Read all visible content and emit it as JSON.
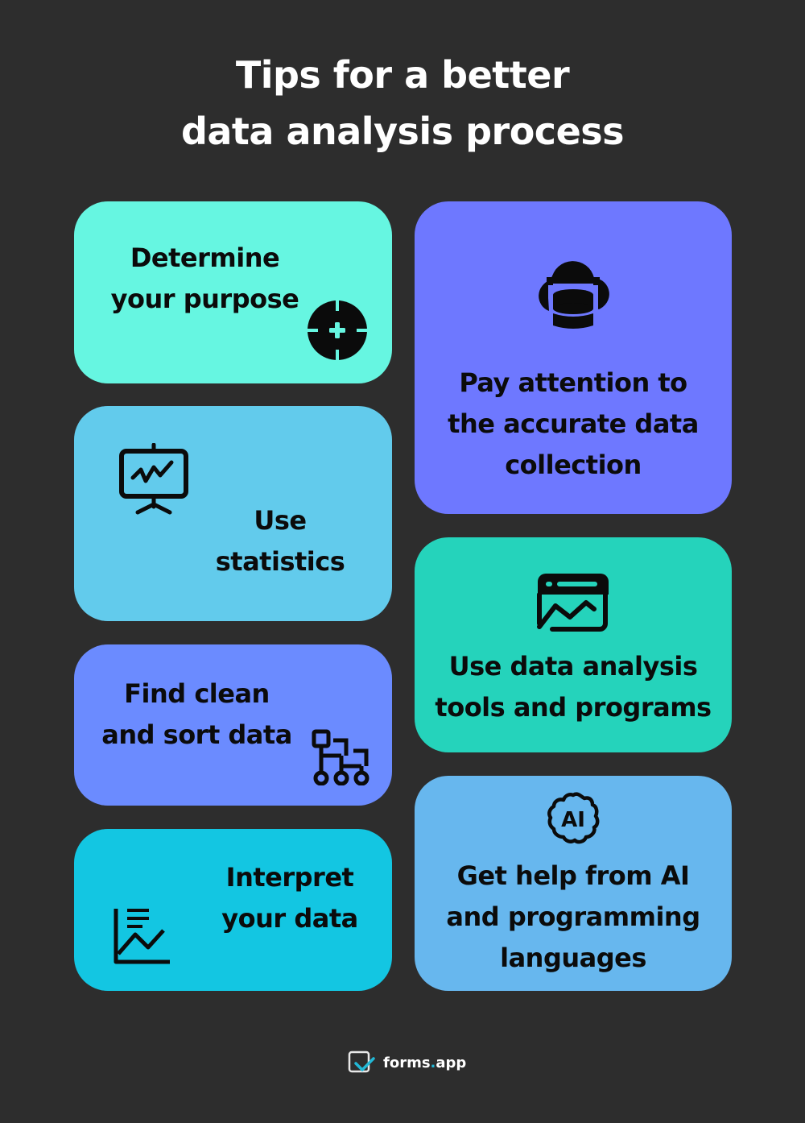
{
  "title": {
    "line1": "Tips for a better",
    "line2": "data analysis process"
  },
  "cards": [
    {
      "id": "determine-purpose",
      "lines": [
        "Determine",
        "your purpose"
      ],
      "icon": "target-crosshair-icon",
      "color": "#66f6e1"
    },
    {
      "id": "accurate-collection",
      "lines": [
        "Pay attention to",
        "the accurate data",
        "collection"
      ],
      "icon": "cloud-database-icon",
      "color": "#6e78ff"
    },
    {
      "id": "use-statistics",
      "lines": [
        "Use",
        "statistics"
      ],
      "icon": "presentation-chart-icon",
      "color": "#62cbec"
    },
    {
      "id": "analysis-tools",
      "lines": [
        "Use data analysis",
        "tools and programs"
      ],
      "icon": "browser-chart-icon",
      "color": "#25d3bb"
    },
    {
      "id": "clean-sort",
      "lines": [
        "Find clean",
        "and sort data"
      ],
      "icon": "hierarchy-sort-icon",
      "color": "#6b8bff"
    },
    {
      "id": "interpret",
      "lines": [
        "Interpret",
        "your data"
      ],
      "icon": "line-graph-icon",
      "color": "#13c6e2"
    },
    {
      "id": "ai-help",
      "lines": [
        "Get help from AI",
        "and programming",
        "languages"
      ],
      "icon": "ai-badge-icon",
      "color": "#67b7ee"
    }
  ],
  "ai_icon_label": "AI",
  "footer": {
    "brand_main": "forms",
    "brand_dot": ".",
    "brand_tld": "app"
  }
}
